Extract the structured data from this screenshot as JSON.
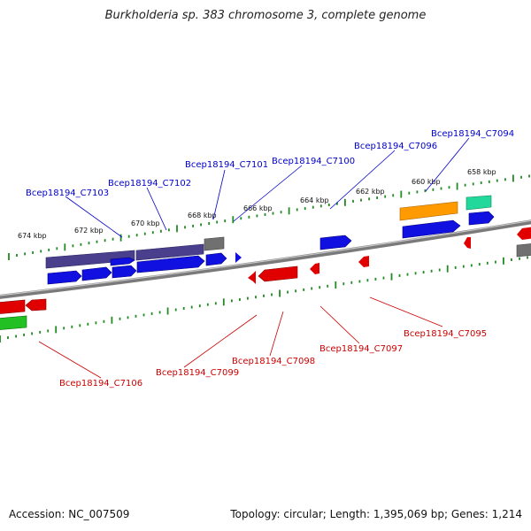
{
  "title": "Burkholderia sp. 383 chromosome 3, complete genome",
  "footer": {
    "accession": "Accession: NC_007509",
    "summary": "Topology: circular; Length: 1,395,069 bp; Genes: 1,214"
  },
  "colors": {
    "forward_label": "#0000cc",
    "reverse_label": "#cc0000",
    "backbone": "#8a8a8a",
    "tick": "#228B22"
  },
  "scale_labels": [
    {
      "text": "674 kbp",
      "value_kbp": 674
    },
    {
      "text": "672 kbp",
      "value_kbp": 672
    },
    {
      "text": "670 kbp",
      "value_kbp": 670
    },
    {
      "text": "668 kbp",
      "value_kbp": 668
    },
    {
      "text": "666 kbp",
      "value_kbp": 666
    },
    {
      "text": "664 kbp",
      "value_kbp": 664
    },
    {
      "text": "662 kbp",
      "value_kbp": 662
    },
    {
      "text": "660 kbp",
      "value_kbp": 660
    },
    {
      "text": "658 kbp",
      "value_kbp": 658
    }
  ],
  "forward_labels": [
    {
      "text": "Bcep18194_C7103"
    },
    {
      "text": "Bcep18194_C7102"
    },
    {
      "text": "Bcep18194_C7101"
    },
    {
      "text": "Bcep18194_C7100"
    },
    {
      "text": "Bcep18194_C7096"
    },
    {
      "text": "Bcep18194_C7094"
    }
  ],
  "reverse_labels": [
    {
      "text": "Bcep18194_C7106"
    },
    {
      "text": "Bcep18194_C7099"
    },
    {
      "text": "Bcep18194_C7098"
    },
    {
      "text": "Bcep18194_C7097"
    },
    {
      "text": "Bcep18194_C7095"
    }
  ],
  "feature_colors": {
    "cds": "#1010e0",
    "cds_dark": "#4a3f8c",
    "gray": "#707070",
    "orange": "#ff9a00",
    "teal": "#22d89a",
    "red": "#e00000",
    "green": "#22c022"
  }
}
